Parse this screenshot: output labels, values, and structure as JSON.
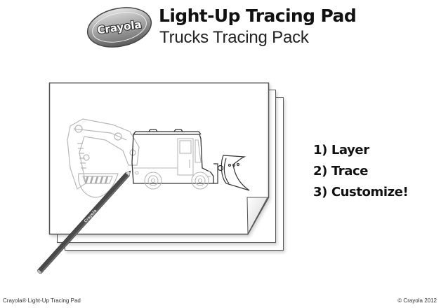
{
  "header": {
    "brand_logo_text": "Crayola",
    "title": "Light-Up Tracing Pad",
    "subtitle": "Trucks Tracing Pack"
  },
  "illustration": {
    "description": "Stack of three tracing sheets with excavator arm and snowplow truck line art, pencil tracing",
    "pencil_brand": "Crayola"
  },
  "steps": [
    {
      "label": "1) Layer"
    },
    {
      "label": "2) Trace"
    },
    {
      "label": "3) Customize!"
    }
  ],
  "footer": {
    "left": "Crayola® Light-Up Tracing Pad",
    "right": "© Crayola 2012"
  },
  "colors": {
    "text": "#111111",
    "sheet_border": "#555555",
    "faint_line": "#b5b5b5",
    "pencil": "#4a4a4a"
  }
}
